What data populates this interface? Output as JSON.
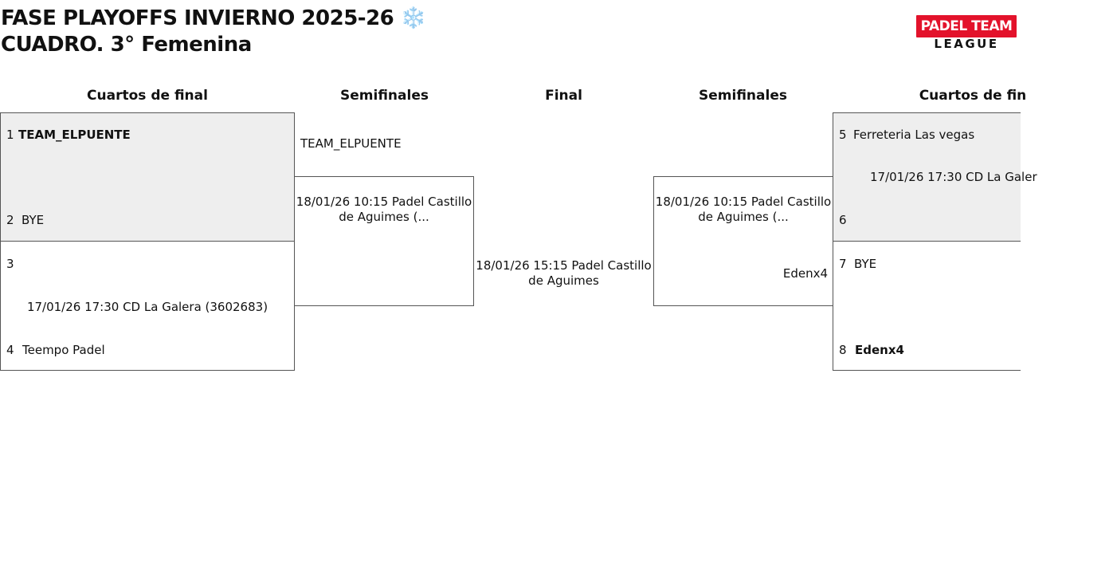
{
  "header": {
    "title_line1": "FASE PLAYOFFS INVIERNO 2025-26 ❄️",
    "title_line2": "CUADRO. 3° Femenina",
    "logo": {
      "top": "PADEL TEAM",
      "bottom": "LEAGUE",
      "color": "#e3122b"
    }
  },
  "columns": {
    "left_quarters": "Cuartos de final",
    "left_semis": "Semifinales",
    "final": "Final",
    "right_semis": "Semifinales",
    "right_quarters": "Cuartos de fin"
  },
  "left_quarters": [
    {
      "seed_a": "1",
      "team_a": "TEAM_ELPUENTE",
      "seed_b": "2",
      "team_b": "BYE",
      "match_info": ""
    },
    {
      "seed_a": "3",
      "team_a": "",
      "seed_b": "4",
      "team_b": "Teempo Padel",
      "match_info": "17/01/26 17:30 CD La Galera (3602683)"
    }
  ],
  "right_quarters": [
    {
      "seed_a": "5",
      "team_a": "Ferreteria Las vegas",
      "seed_b": "6",
      "team_b": "",
      "match_info": "17/01/26 17:30 CD La Galer"
    },
    {
      "seed_a": "7",
      "team_a": "BYE",
      "seed_b": "8",
      "team_b": "Edenx4",
      "match_info": ""
    }
  ],
  "left_semi": {
    "team_top": "TEAM_ELPUENTE",
    "match_info_l1": "18/01/26 10:15 Padel Castillo",
    "match_info_l2": "de Aguimes (..."
  },
  "right_semi": {
    "team_bottom": "Edenx4",
    "match_info_l1": "18/01/26 10:15 Padel Castillo",
    "match_info_l2": "de Aguimes (..."
  },
  "final": {
    "match_info_l1": "18/01/26 15:15 Padel Castillo",
    "match_info_l2": "de Aguimes"
  }
}
